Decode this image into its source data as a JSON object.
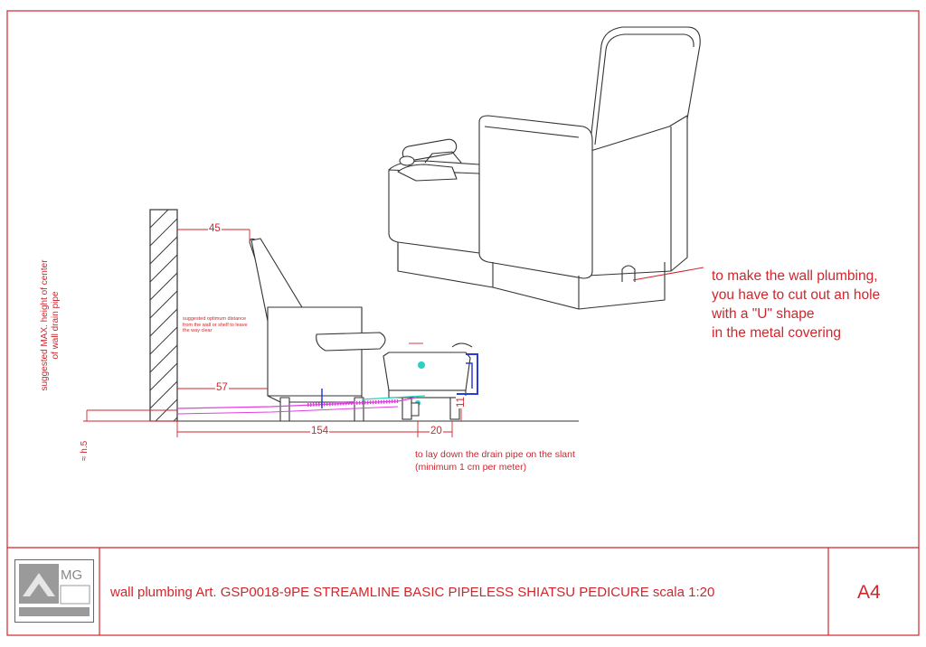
{
  "title_block": {
    "title": "wall plumbing Art. GSP0018-9PE  STREAMLINE BASIC PIPELESS SHIATSU PEDICURE scala 1:20",
    "sheet_size": "A4",
    "logo_text": "MG"
  },
  "notes": {
    "wall_cutout": [
      "to make the wall plumbing,",
      "you have to cut out an hole",
      "with a \"U\" shape",
      "in the metal covering"
    ],
    "drain_slant": [
      "to lay down the drain pipe on the slant",
      "(minimum 1 cm per meter)"
    ],
    "optimum_distance": [
      "suggested optimum distance",
      "from the wall or shelf to leave",
      "the way clear"
    ],
    "max_height": [
      "suggested MAX. height of center",
      "of wall drain pipe"
    ],
    "h5": "≈ h.5"
  },
  "dimensions": {
    "d45": "45",
    "d57": "57",
    "d154": "154",
    "d20": "20",
    "d11": "11"
  },
  "colors": {
    "frame": "#d0262c",
    "annotation": "#d0262c",
    "drawing": "#333333",
    "pipe": "#e040e0",
    "plumbing": "#2a3bd8",
    "fitting": "#2ad0c0"
  }
}
